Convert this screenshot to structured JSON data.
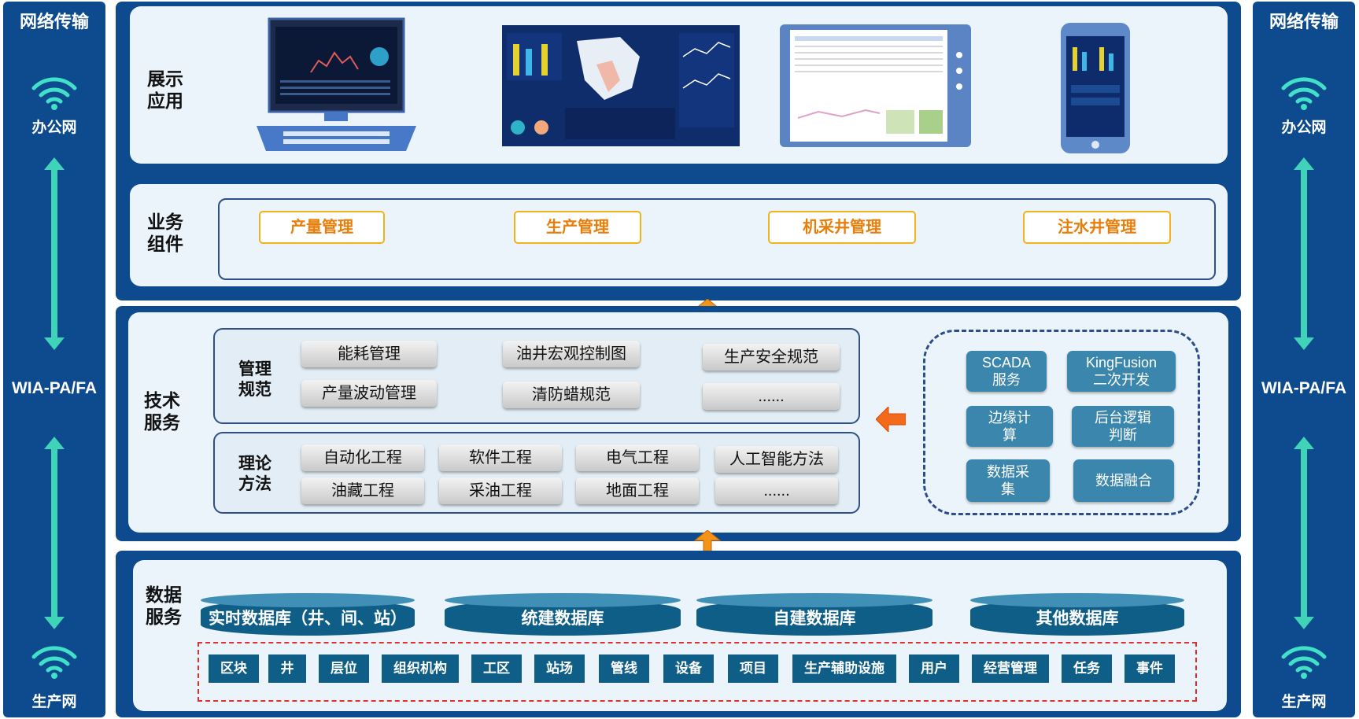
{
  "side": {
    "title": "网络传输",
    "top_net": "办公网",
    "protocol": "WIA-PA/FA",
    "bottom_net": "生产网"
  },
  "layers": {
    "display": {
      "label": "展示\n应用"
    },
    "business": {
      "label": "业务\n组件",
      "components": [
        "产量管理",
        "生产管理",
        "机采井管理",
        "注水井管理"
      ]
    },
    "tech": {
      "label": "技术\n服务",
      "management": {
        "label": "管理\n规范",
        "items": [
          "能耗管理",
          "油井宏观控制图",
          "生产安全规范",
          "产量波动管理",
          "清防蜡规范",
          "......"
        ]
      },
      "theory": {
        "label": "理论\n方法",
        "items": [
          "自动化工程",
          "软件工程",
          "电气工程",
          "人工智能方法",
          "油藏工程",
          "采油工程",
          "地面工程",
          "......"
        ]
      },
      "services": [
        "SCADA\n服务",
        "KingFusion\n二次开发",
        "边缘计\n算",
        "后台逻辑\n判断",
        "数据采\n集",
        "数据融合"
      ]
    },
    "data": {
      "label": "数据\n服务",
      "databases": [
        "实时数据库（井、间、站）",
        "统建数据库",
        "自建数据库",
        "其他数据库"
      ],
      "tags": [
        "区块",
        "井",
        "层位",
        "组织机构",
        "工区",
        "站场",
        "管线",
        "设备",
        "项目",
        "生产辅助设施",
        "用户",
        "经营管理",
        "任务",
        "事件"
      ]
    }
  },
  "colors": {
    "frame": "#0d4a8e",
    "panel": "#eaf4fa",
    "accent_orange": "#f2b21b",
    "service_blue": "#3b86ad",
    "db_blue": "#0e5e88"
  }
}
